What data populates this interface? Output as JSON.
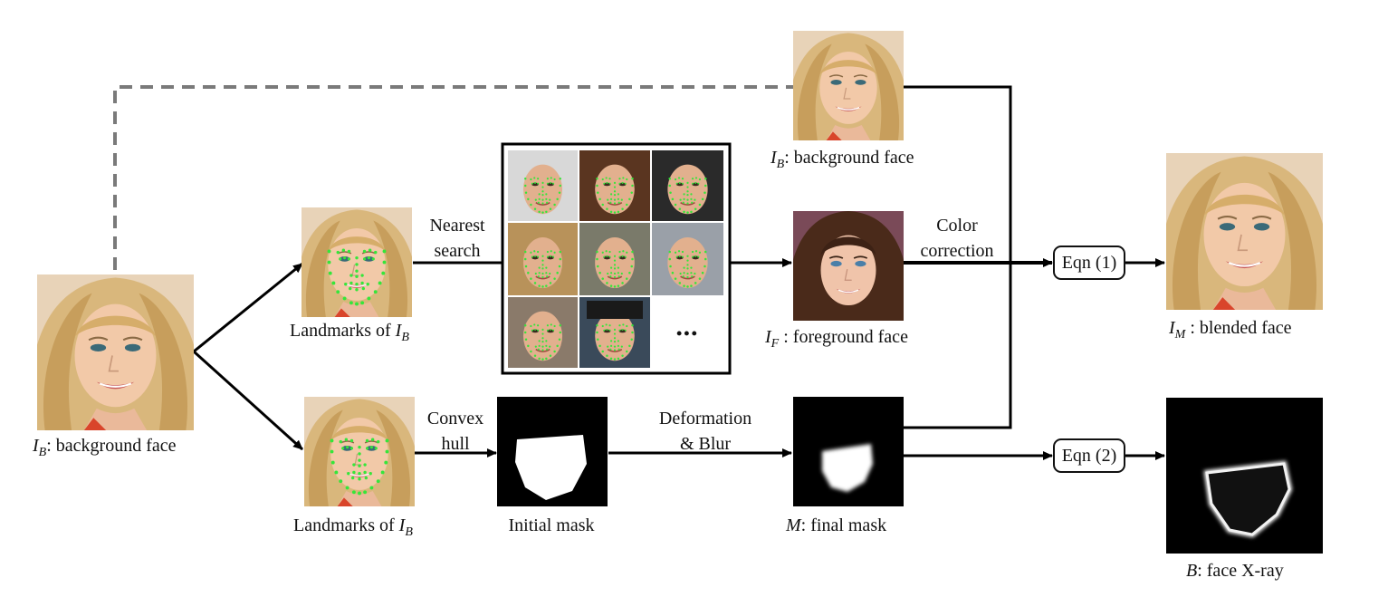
{
  "labels": {
    "ib_left": {
      "var": "I",
      "sub": "B",
      "text": ": background face"
    },
    "landmarks_top": {
      "text": "Landmarks of ",
      "var": "I",
      "sub": "B"
    },
    "landmarks_bottom": {
      "text": "Landmarks of ",
      "var": "I",
      "sub": "B"
    },
    "nearest": "Nearest",
    "search": "search",
    "convex": "Convex",
    "hull": "hull",
    "initial_mask": "Initial mask",
    "deformation": "Deformation",
    "blur": "& Blur",
    "ib_top": {
      "var": "I",
      "sub": "B",
      "text": ": background face"
    },
    "if_face": {
      "var": "I",
      "sub": "F",
      "text": " : foreground face"
    },
    "color": "Color",
    "correction": "correction",
    "final_mask": {
      "var": "M",
      "text": ": final mask"
    },
    "im_face": {
      "var": "I",
      "sub": "M",
      "text": " : blended face"
    },
    "xray": {
      "var": "B",
      "text": ": face X-ray"
    },
    "ellipsis": "•••"
  },
  "eqn1": "Eqn (1)",
  "eqn2": "Eqn (2)",
  "colors": {
    "skin": "#f2c9a8",
    "hair_blonde": "#d9b77c",
    "hair_brown": "#5a3520",
    "landmark": "#35e63a",
    "dashed_line": "#7a7a7a",
    "stroke": "#000000"
  }
}
